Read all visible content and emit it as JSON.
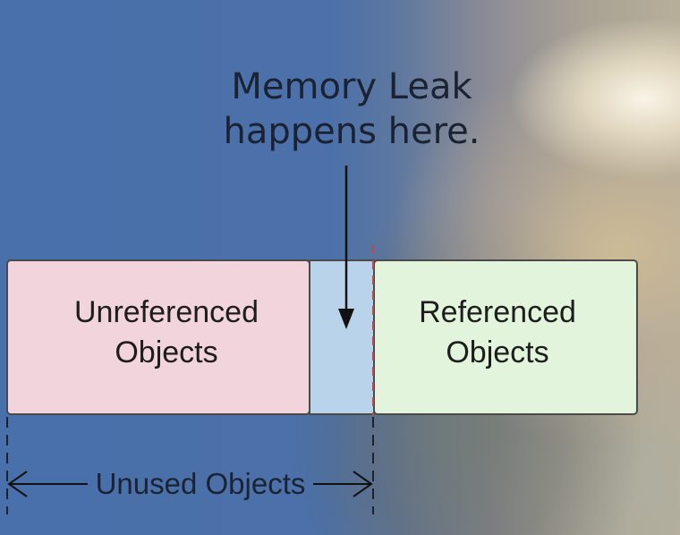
{
  "annotation": {
    "line1": "Memory Leak",
    "line2": "happens here."
  },
  "boxes": {
    "unreferenced": {
      "line1": "Unreferenced",
      "line2": "Objects"
    },
    "referenced": {
      "line1": "Referenced",
      "line2": "Objects"
    }
  },
  "span_label": "Unused Objects",
  "colors": {
    "background": "#4a6fa8",
    "unreferenced_fill": "#f1d4dc",
    "leak_fill": "#b9d4ea",
    "referenced_fill": "#e2f5dc",
    "boundary_line": "#c0474b",
    "outline": "#444444"
  }
}
